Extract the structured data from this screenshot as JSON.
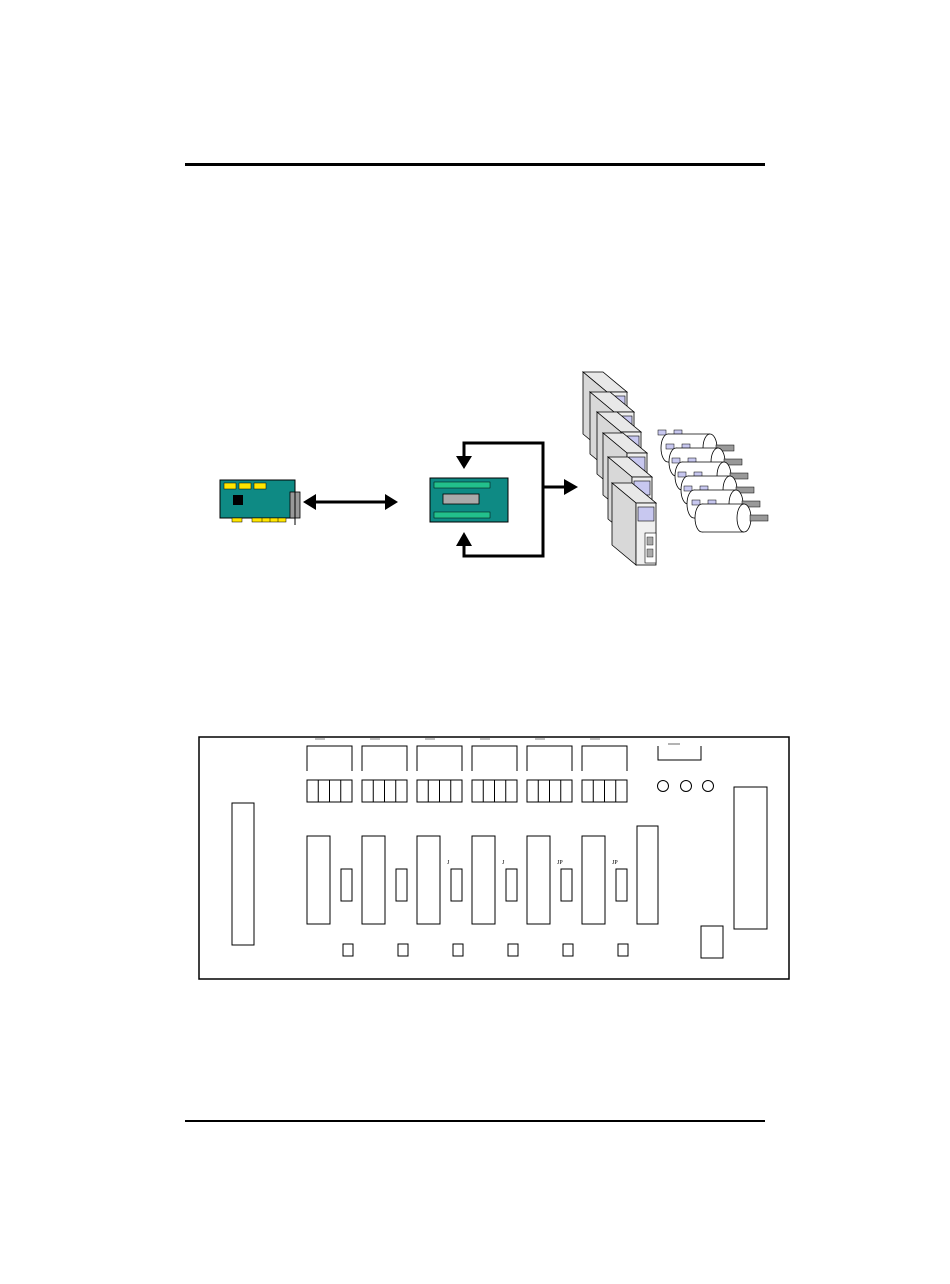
{
  "colors": {
    "card": "#0e8a84",
    "chip": "#ffe600",
    "board_strip": "#22c08c",
    "driver_panel": "#c8c8f0",
    "driver_face": "#efefef",
    "line": "#000000"
  },
  "icons": {
    "pci_card": "motion-control-card-icon",
    "terminal_board": "terminal-board-icon",
    "servo_drivers": "servo-driver-stack-icon",
    "motors": "servo-motor-cluster-icon"
  },
  "layout_board": {
    "channel_count": 6,
    "jumper_labels": [
      "J",
      "J",
      "JP",
      "JP"
    ]
  }
}
